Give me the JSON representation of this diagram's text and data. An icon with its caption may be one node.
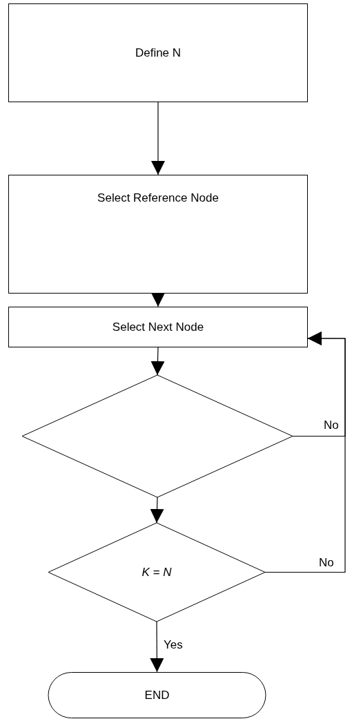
{
  "diagram": {
    "nodes": [
      {
        "text": [
          "Define N"
        ]
      },
      {
        "text": [
          "Select Reference Node"
        ]
      },
      {
        "text": [
          "Select Next Node"
        ]
      },
      {
        "text": [],
        "shape": "diamond"
      },
      {
        "text": [
          "K = N"
        ]
      },
      {
        "text": [
          "END"
        ]
      }
    ],
    "edges": [
      {
        "from": 0,
        "to": 1,
        "arrow": "to"
      },
      {
        "from": 1,
        "to": 2,
        "arrow": "to"
      },
      {
        "from": 2,
        "to": 3,
        "arrow": "to"
      },
      {
        "from": 3,
        "to": 4,
        "arrow": "to"
      },
      {
        "from": 4,
        "to": 5,
        "arrow": "to",
        "label": "Yes"
      },
      {
        "from": 3,
        "to": 2,
        "arrow": "to",
        "label": "No"
      },
      {
        "from": 4,
        "to": 2,
        "arrow": "to",
        "label": "No"
      }
    ]
  }
}
